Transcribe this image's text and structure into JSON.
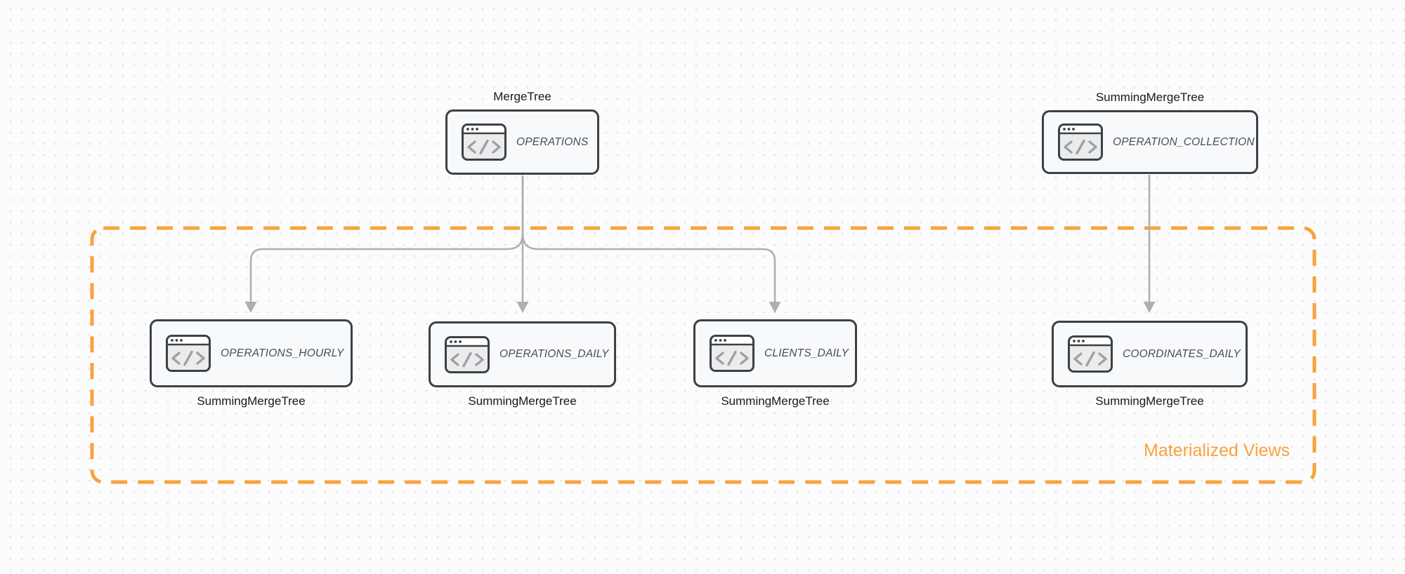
{
  "canvas": {
    "background": "#FCFCFD",
    "dot_color": "#E2E4E8"
  },
  "colors": {
    "accent_orange": "#F9A23B",
    "arrow_gray": "#AFAFAF",
    "node_border": "#3A4147",
    "node_fill": "#F8F9FA",
    "node_title_text": "#474E57",
    "engine_label_text": "#17191C"
  },
  "group": {
    "label": "Materialized Views"
  },
  "nodes": [
    {
      "id": "operations",
      "title": "OPERATIONS",
      "engine": "MergeTree",
      "engine_label_position": "top",
      "icon": "code-window-icon"
    },
    {
      "id": "operation-collection",
      "title": "OPERATION_COLLECTION",
      "engine": "SummingMergeTree",
      "engine_label_position": "top",
      "icon": "code-window-icon"
    },
    {
      "id": "operations-hourly",
      "title": "OPERATIONS_HOURLY",
      "engine": "SummingMergeTree",
      "engine_label_position": "bottom",
      "icon": "code-window-icon"
    },
    {
      "id": "operations-daily",
      "title": "OPERATIONS_DAILY",
      "engine": "SummingMergeTree",
      "engine_label_position": "bottom",
      "icon": "code-window-icon"
    },
    {
      "id": "clients-daily",
      "title": "CLIENTS_DAILY",
      "engine": "SummingMergeTree",
      "engine_label_position": "bottom",
      "icon": "code-window-icon"
    },
    {
      "id": "coordinates-daily",
      "title": "COORDINATES_DAILY",
      "engine": "SummingMergeTree",
      "engine_label_position": "bottom",
      "icon": "code-window-icon"
    }
  ],
  "edges": [
    {
      "from": "operations",
      "to": "operations-hourly"
    },
    {
      "from": "operations",
      "to": "operations-daily"
    },
    {
      "from": "operations",
      "to": "clients-daily"
    },
    {
      "from": "operation-collection",
      "to": "coordinates-daily"
    }
  ]
}
